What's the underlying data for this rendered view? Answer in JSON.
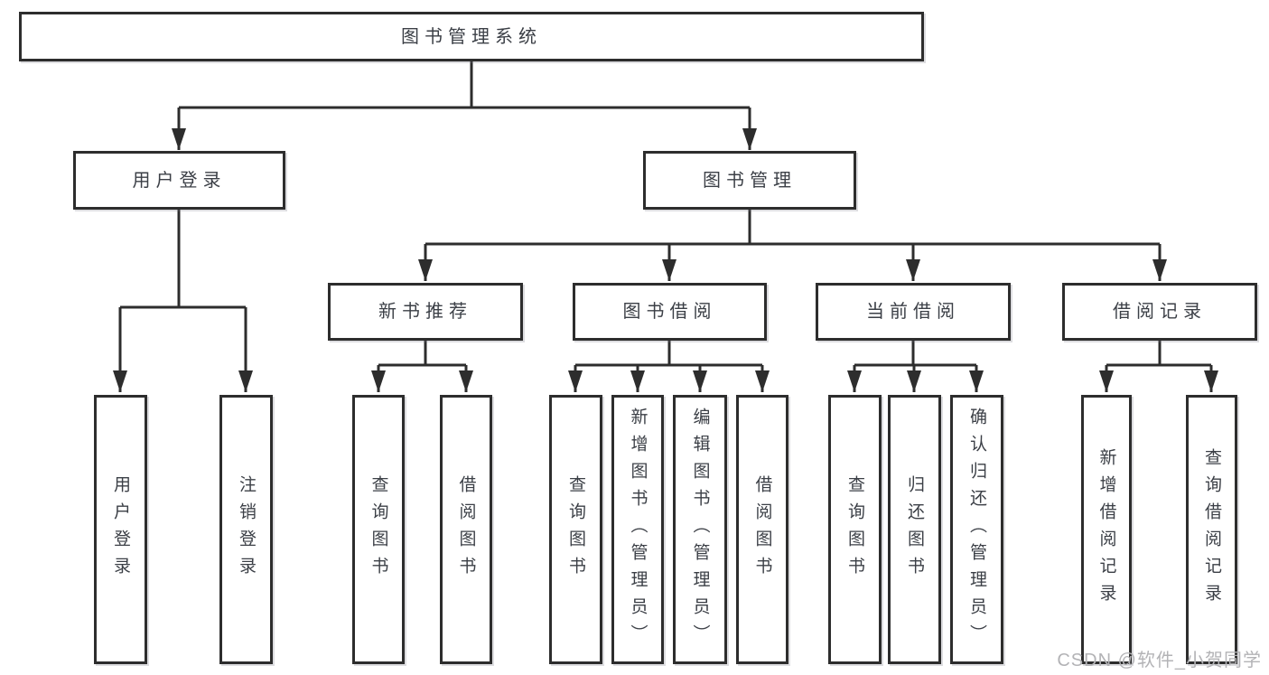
{
  "diagram": {
    "title": "图书管理系统",
    "nodes": {
      "root": {
        "label": "图书管理系统",
        "parent": null
      },
      "user_login": {
        "label": "用户登录",
        "parent": "root"
      },
      "book_mgmt": {
        "label": "图书管理",
        "parent": "root"
      },
      "login": {
        "label": "用户登录",
        "parent": "user_login"
      },
      "logout": {
        "label": "注销登录",
        "parent": "user_login"
      },
      "new_book_rec": {
        "label": "新书推荐",
        "parent": "book_mgmt"
      },
      "book_borrow": {
        "label": "图书借阅",
        "parent": "book_mgmt"
      },
      "current_borrow": {
        "label": "当前借阅",
        "parent": "book_mgmt"
      },
      "borrow_records": {
        "label": "借阅记录",
        "parent": "book_mgmt"
      },
      "rec_query_books": {
        "label": "查询图书",
        "parent": "new_book_rec"
      },
      "rec_borrow_books": {
        "label": "借阅图书",
        "parent": "new_book_rec"
      },
      "bb_query_books": {
        "label": "查询图书",
        "parent": "book_borrow"
      },
      "bb_add_books": {
        "label": "新增图书（管理员）",
        "parent": "book_borrow"
      },
      "bb_edit_books": {
        "label": "编辑图书（管理员）",
        "parent": "book_borrow"
      },
      "bb_borrow_books": {
        "label": "借阅图书",
        "parent": "book_borrow"
      },
      "cb_query_books": {
        "label": "查询图书",
        "parent": "current_borrow"
      },
      "cb_return_books": {
        "label": "归还图书",
        "parent": "current_borrow"
      },
      "cb_confirm_return": {
        "label": "确认归还（管理员）",
        "parent": "current_borrow"
      },
      "br_add_record": {
        "label": "新增借阅记录",
        "parent": "borrow_records"
      },
      "br_query_record": {
        "label": "查询借阅记录",
        "parent": "borrow_records"
      }
    },
    "colors": {
      "line": "#2d2d2d",
      "text": "#3b3f46",
      "box_background": "#ffffff",
      "watermark": "#b3b3b6"
    }
  },
  "watermark": {
    "text": "CSDN @软件_小贺同学"
  }
}
